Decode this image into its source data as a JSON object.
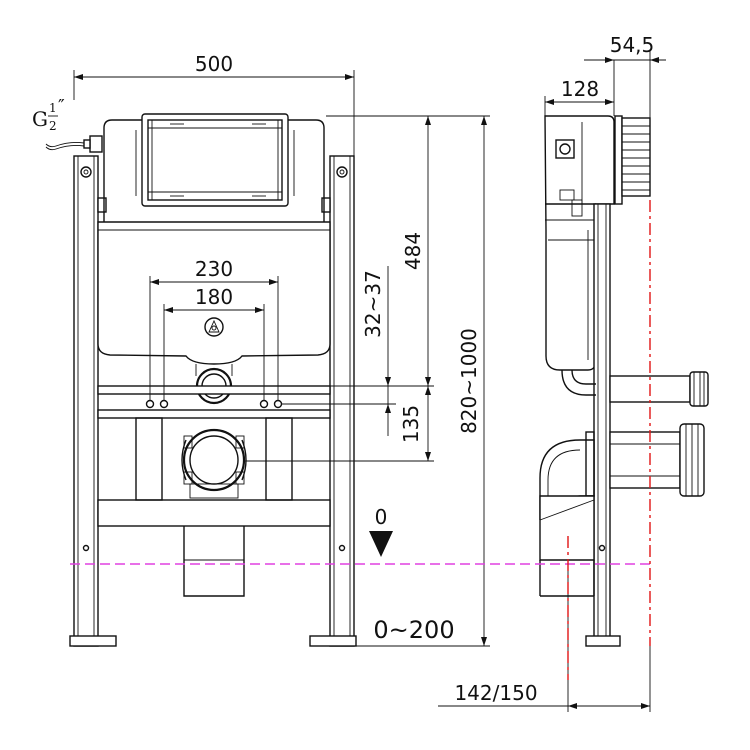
{
  "dimensions": {
    "width_total": "500",
    "depth_side": "128",
    "flange_offset": "54,5",
    "bolt_spacing_outer": "230",
    "bolt_spacing_inner": "180",
    "height_frame": "484",
    "height_range_32_37": "32~37",
    "height_135": "135",
    "height_total": "820~1000",
    "floor_adjust": "0~200",
    "floor_zero": "0",
    "outlet_distance": "142/150"
  },
  "inlet": {
    "base": "G",
    "numerator": "1",
    "denominator": "2",
    "inch": "″"
  },
  "colors": {
    "floor_line": "#e040e0",
    "centerline": "#e01515",
    "line": "#111111"
  }
}
